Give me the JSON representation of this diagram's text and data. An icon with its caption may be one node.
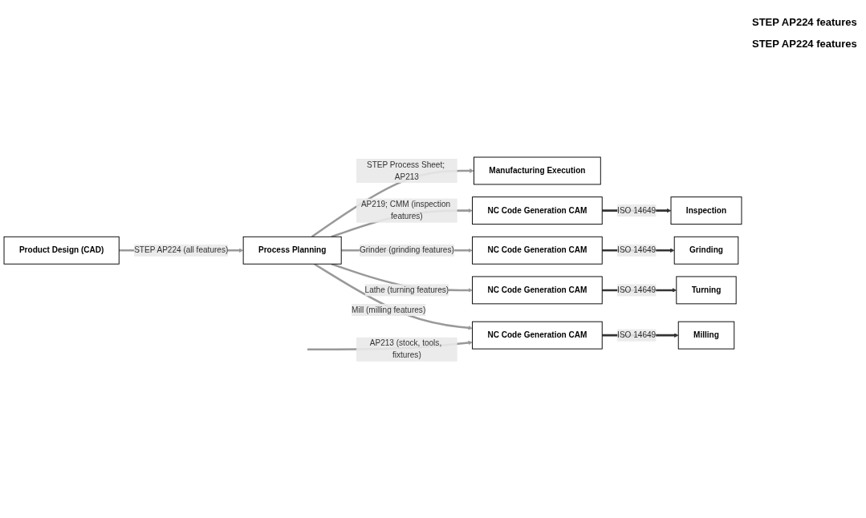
{
  "diagram": {
    "nodes": [
      {
        "text": [
          "Product Design (CAD)"
        ]
      },
      {
        "text": [
          "Process Planning"
        ]
      },
      {
        "text": [
          "Manufacturing Execution"
        ]
      },
      {
        "text": [
          "NC Code Generation CAM"
        ]
      },
      {
        "text": [
          "Milling"
        ]
      },
      {
        "text": [
          "NC Code Generation CAM"
        ]
      },
      {
        "text": [
          "Turning"
        ]
      },
      {
        "text": [
          "NC Code Generation CAM"
        ]
      },
      {
        "text": [
          "Grinding"
        ]
      },
      {
        "text": [
          "NC Code Generation CAM"
        ]
      },
      {
        "text": [
          "Inspection"
        ]
      }
    ],
    "edges": [
      {
        "from": 0,
        "to": 1,
        "arrow": "to",
        "label": "STEP AP224 (all features)"
      },
      {
        "from": 1,
        "to": 2,
        "arrow": "to",
        "label": "STEP Process Sheet; AP213"
      },
      {
        "from": 1,
        "to": 3,
        "arrow": "to",
        "label": "Mill (milling features)"
      },
      {
        "from": 1,
        "to": 5,
        "arrow": "to",
        "label": "Lathe (turning features)"
      },
      {
        "from": 1,
        "to": 7,
        "arrow": "to",
        "label": "Grinder (grinding features)"
      },
      {
        "from": 1,
        "to": 9,
        "arrow": "to",
        "label": "AP219; CMM (inspection features)"
      },
      {
        "from": null,
        "to": 3,
        "arrow": "to",
        "label": "AP213 (stock, tools, fixtures)"
      },
      {
        "from": 3,
        "to": 4,
        "arrow": "to",
        "label": "ISO 14649",
        "color": "#333333"
      },
      {
        "from": 5,
        "to": 6,
        "arrow": "to",
        "label": "ISO 14649",
        "color": "#333333"
      },
      {
        "from": 7,
        "to": 8,
        "arrow": "to",
        "label": "ISO 14649",
        "color": "#333333"
      },
      {
        "from": 9,
        "to": 10,
        "arrow": "to",
        "label": "ISO 14649",
        "color": "#333333"
      }
    ],
    "labels": [
      "STEP AP224 features",
      "STEP AP224 features"
    ]
  }
}
